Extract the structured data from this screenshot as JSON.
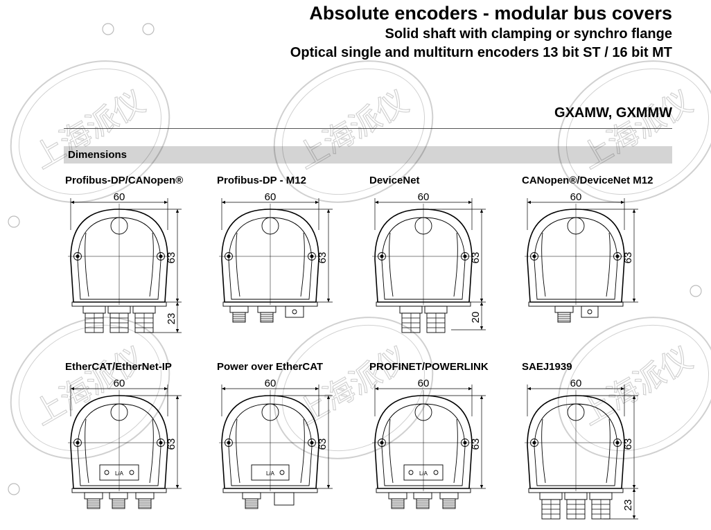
{
  "header": {
    "title": "Absolute encoders - modular bus covers",
    "subtitle1": "Solid shaft with clamping or synchro flange",
    "subtitle2": "Optical single and multiturn encoders 13 bit ST / 16 bit MT",
    "series": "GXAMW, GXMMW"
  },
  "section": {
    "title": "Dimensions"
  },
  "watermark": {
    "text": "上海派仪"
  },
  "drawings": [
    {
      "label": "Profibus-DP/CANopen®",
      "width": "60",
      "height": "63",
      "extra": "23",
      "connector": "three-glands"
    },
    {
      "label": "Profibus-DP - M12",
      "width": "60",
      "height": "63",
      "extra": "",
      "connector": "three-m12"
    },
    {
      "label": "DeviceNet",
      "width": "60",
      "height": "63",
      "extra": "20",
      "connector": "two-glands"
    },
    {
      "label": "CANopen®/DeviceNet M12",
      "width": "60",
      "height": "63",
      "extra": "",
      "connector": "two-m12"
    },
    {
      "label": "EtherCAT/EtherNet-IP",
      "width": "60",
      "height": "63",
      "extra": "",
      "connector": "ethercat",
      "panel": "L/A"
    },
    {
      "label": "Power over EtherCAT",
      "width": "60",
      "height": "63",
      "extra": "",
      "connector": "poe",
      "panel": "L/A"
    },
    {
      "label": "PROFINET/POWERLINK",
      "width": "60",
      "height": "63",
      "extra": "",
      "connector": "ethercat",
      "panel": "L/A"
    },
    {
      "label": "SAEJ1939",
      "width": "60",
      "height": "63",
      "extra": "23",
      "connector": "three-glands"
    }
  ]
}
